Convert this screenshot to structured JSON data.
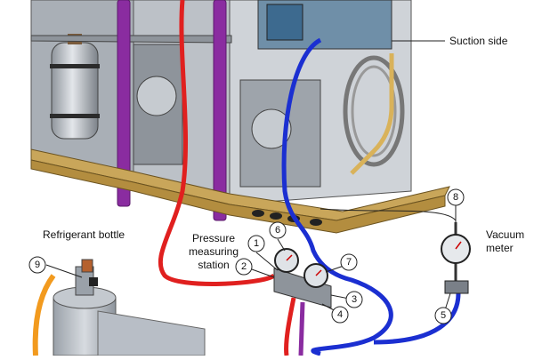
{
  "labels": {
    "suction_side": "Suction side",
    "refrigerant_bottle": "Refrigerant bottle",
    "pressure_line1": "Pressure",
    "pressure_line2": "measuring",
    "pressure_line3": "station",
    "vacuum_line1": "Vacuum",
    "vacuum_line2": "meter"
  },
  "callouts": [
    "1",
    "2",
    "3",
    "4",
    "5",
    "6",
    "7",
    "8",
    "9"
  ],
  "colors": {
    "frame": "#c9a65a",
    "panel": "#9aa0a7",
    "pipe_purple": "#8a2ca0",
    "hose_red": "#e0201f",
    "hose_blue": "#1b2fd1",
    "hose_orange": "#f29a1e",
    "bottle": "#b8bec6"
  }
}
